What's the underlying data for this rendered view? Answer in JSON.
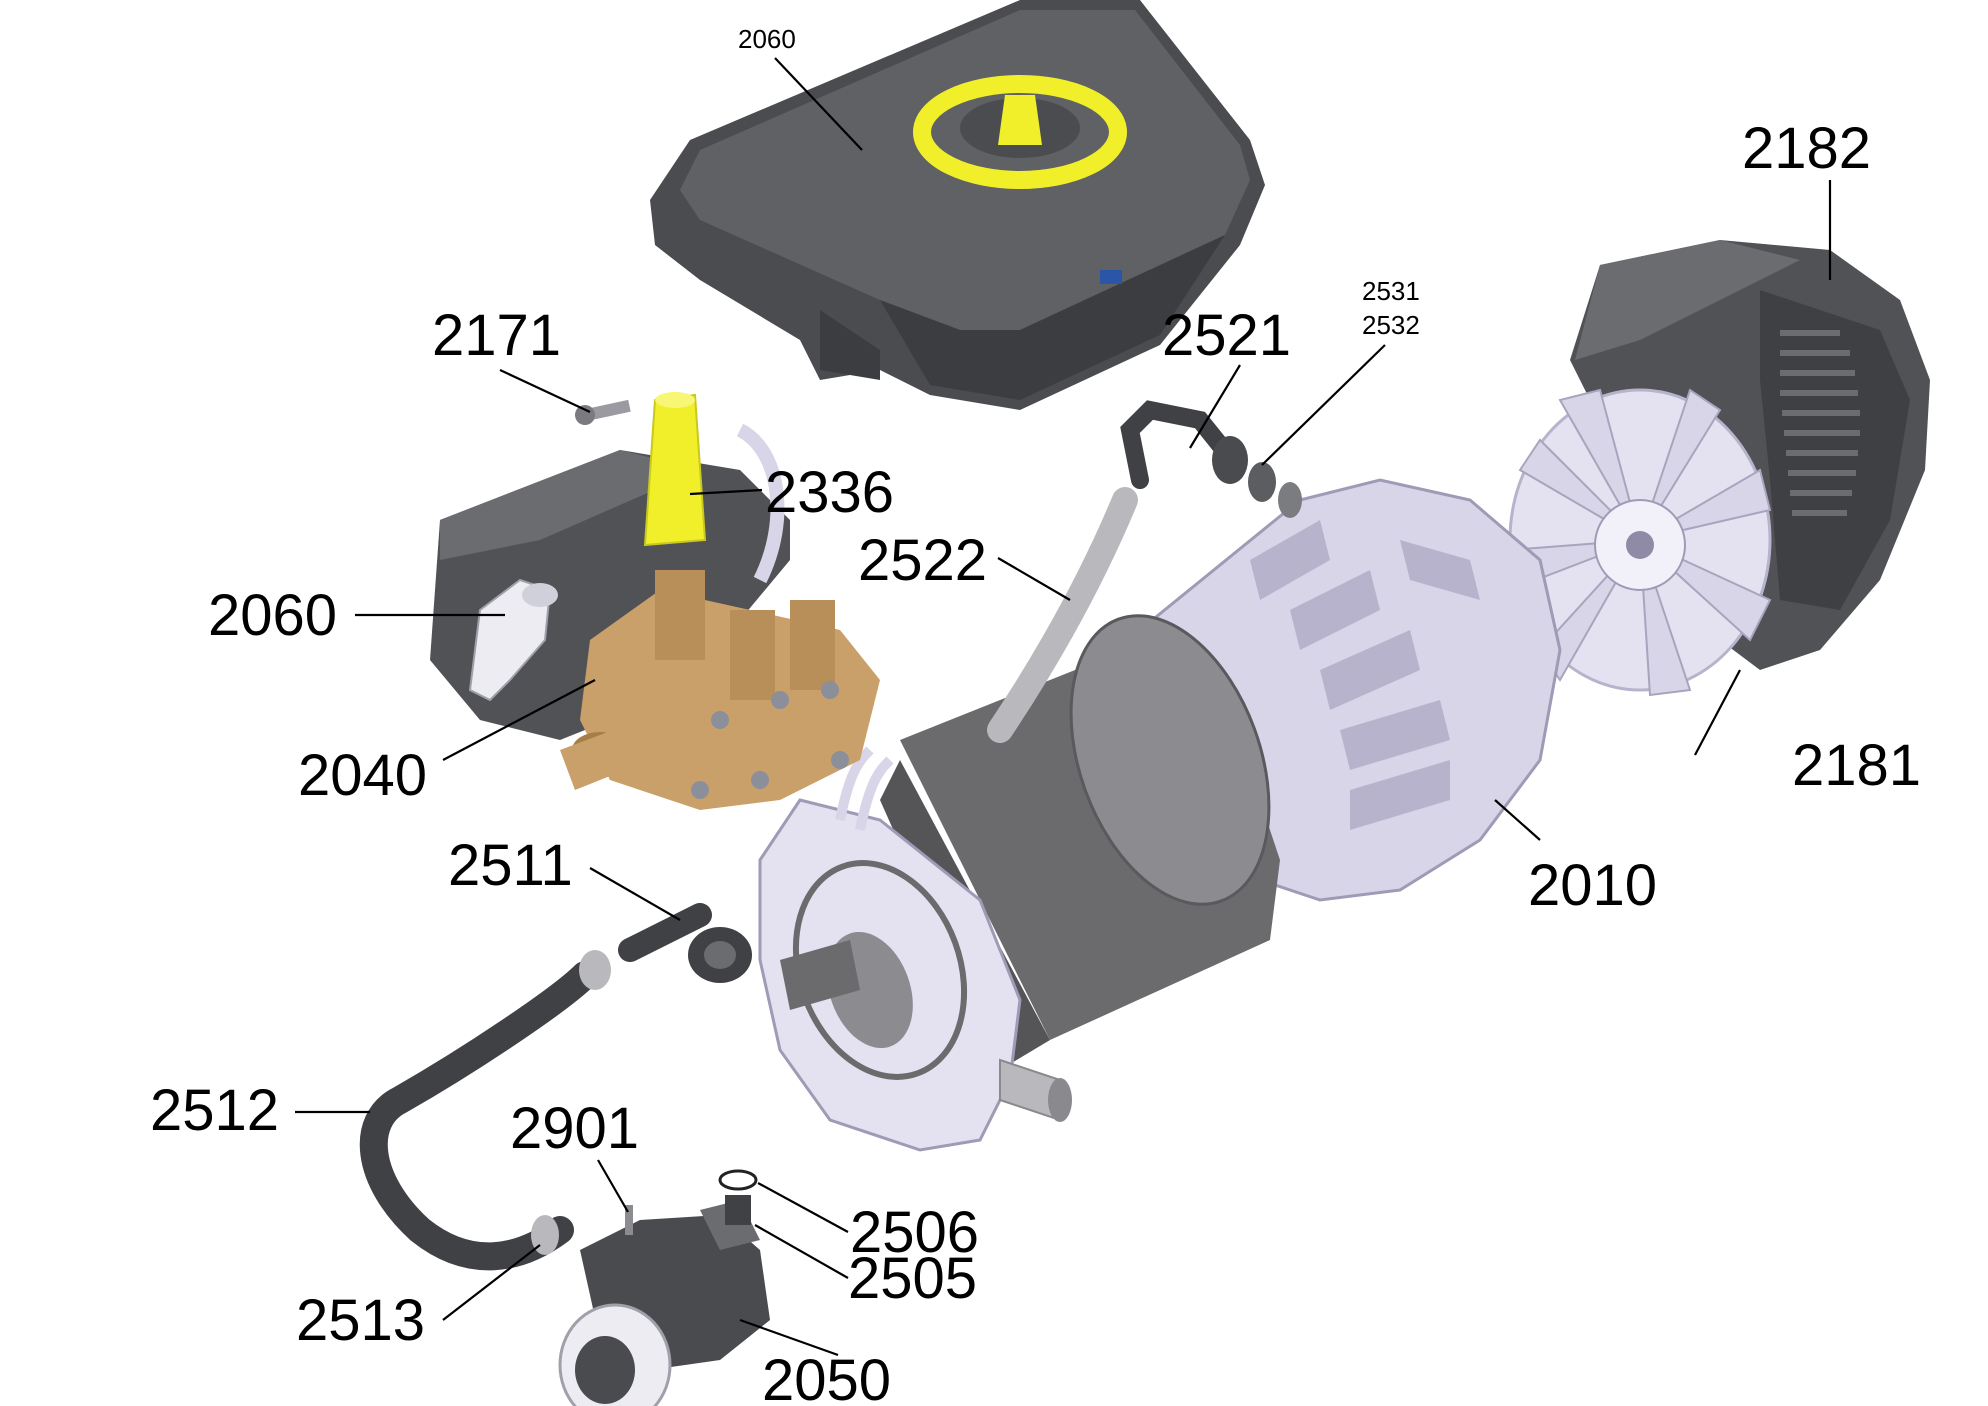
{
  "diagram": {
    "parts": {
      "control_box_cover": {
        "label": "2060"
      },
      "fan_cover": {
        "label": "2182"
      },
      "bolt": {
        "label": "2171"
      },
      "hose_fitting_upper": {
        "label": "2521"
      },
      "seal_pair": {
        "label_a": "2531",
        "label_b": "2532"
      },
      "unloader_cap": {
        "label": "2336"
      },
      "return_hose": {
        "label": "2522"
      },
      "pump_valve": {
        "label": "2060"
      },
      "pump_housing": {
        "label": "2040"
      },
      "fan_wheel": {
        "label": "2181"
      },
      "motor": {
        "label": "2010"
      },
      "hose_fitting_lower": {
        "label": "2511"
      },
      "suction_hose": {
        "label": "2512"
      },
      "sensor_pin": {
        "label": "2901"
      },
      "o_ring": {
        "label": "2506"
      },
      "o_ring_seat": {
        "label": "2505"
      },
      "hose_clamp": {
        "label": "2513"
      },
      "water_inlet": {
        "label": "2050"
      }
    },
    "colors": {
      "dark_plastic": "#5b5d60",
      "dark_plastic_shade": "#3f4144",
      "motor_body": "#6b6b6e",
      "light_metal": "#d9d5e8",
      "light_metal_shade": "#b8b3cc",
      "brass": "#c9a06a",
      "brass_shade": "#a67c47",
      "highlight_yellow": "#f0ef2a",
      "hose_grey": "#b9b9bd",
      "hose_dark": "#4a4b4e"
    }
  }
}
